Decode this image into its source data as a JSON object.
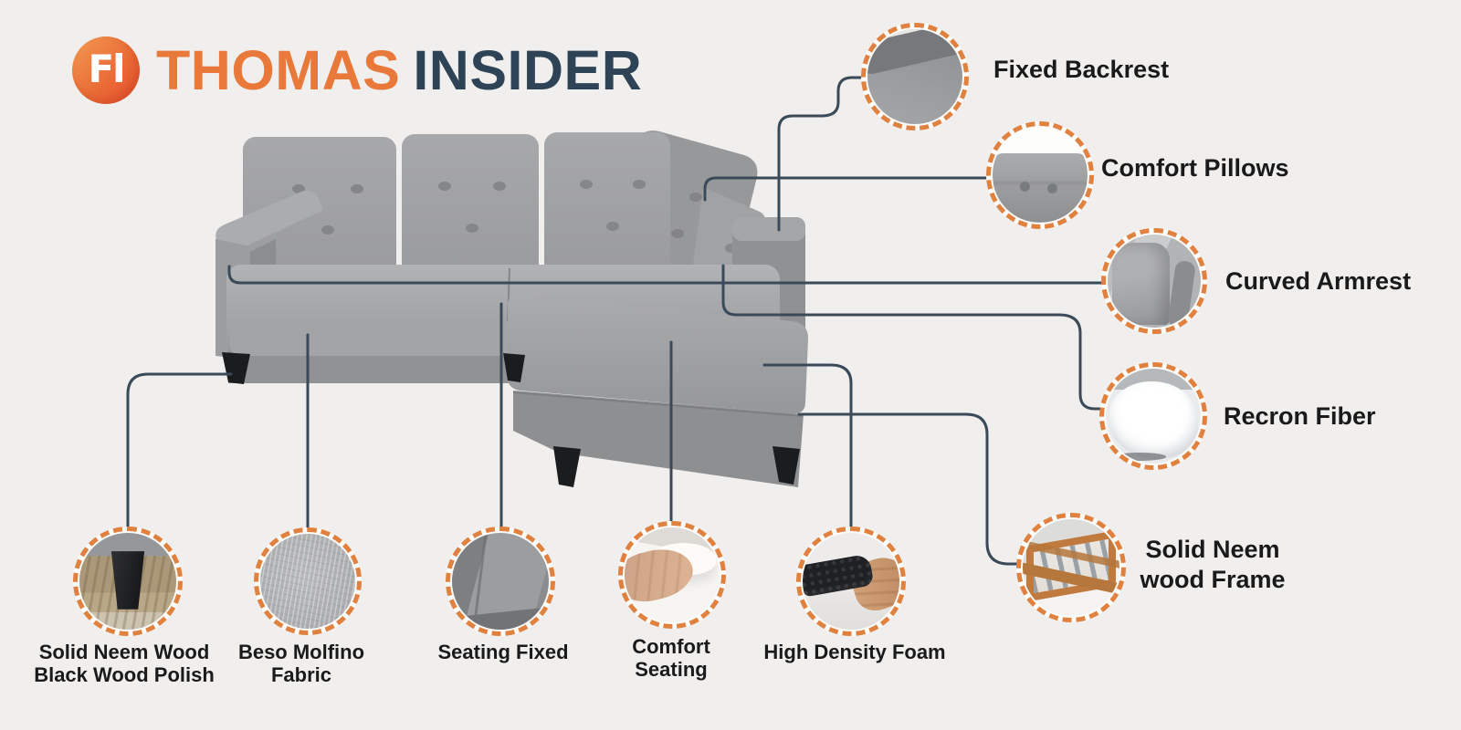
{
  "brand": {
    "logo_glyph": "Fl",
    "title_part1": "THOMAS",
    "title_part2": "INSIDER"
  },
  "colors": {
    "background": "#f0efed",
    "accent_orange": "#e8793a",
    "title_dark_blue": "#2e4456",
    "connector_line": "#3b4a58",
    "circle_dash_orange": "#e0813f",
    "label_text": "#1a1a1a",
    "sofa_gray": "#9b9c9e",
    "leg_black": "#1b1c1e",
    "frame_wood": "#c07a3e"
  },
  "callouts": {
    "fixed_backrest": {
      "label": "Fixed Backrest"
    },
    "comfort_pillows": {
      "label": "Comfort Pillows"
    },
    "curved_armrest": {
      "label": "Curved Armrest"
    },
    "recron_fiber": {
      "label": "Recron Fiber"
    },
    "neem_frame": {
      "line1": "Solid Neem",
      "line2": "wood Frame"
    },
    "wood_polish": {
      "line1": "Solid Neem Wood",
      "line2": "Black Wood Polish"
    },
    "beso_fabric": {
      "line1": "Beso Molfino",
      "line2": "Fabric"
    },
    "seating_fixed": {
      "label": "Seating Fixed"
    },
    "comfort_seating": {
      "line1": "Comfort",
      "line2": "Seating"
    },
    "high_density_foam": {
      "label": "High Density Foam"
    }
  }
}
